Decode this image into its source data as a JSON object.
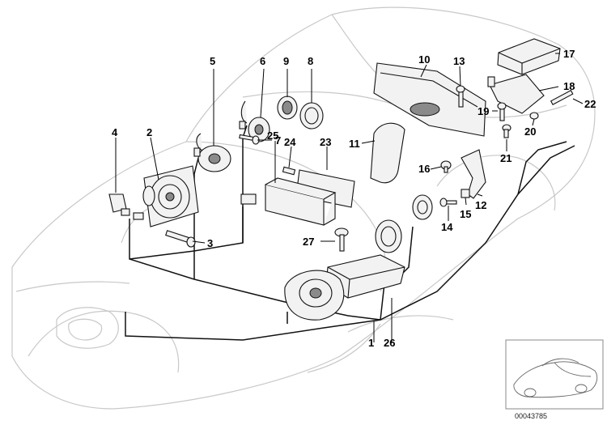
{
  "diagram": {
    "callouts": [
      {
        "id": "c1",
        "label": "1"
      },
      {
        "id": "c2",
        "label": "2"
      },
      {
        "id": "c3",
        "label": "3"
      },
      {
        "id": "c4",
        "label": "4"
      },
      {
        "id": "c5",
        "label": "5"
      },
      {
        "id": "c6",
        "label": "6"
      },
      {
        "id": "c7",
        "label": "7"
      },
      {
        "id": "c8",
        "label": "8"
      },
      {
        "id": "c9",
        "label": "9"
      },
      {
        "id": "c10",
        "label": "10"
      },
      {
        "id": "c11",
        "label": "11"
      },
      {
        "id": "c12",
        "label": "12"
      },
      {
        "id": "c13",
        "label": "13"
      },
      {
        "id": "c14",
        "label": "14"
      },
      {
        "id": "c15",
        "label": "15"
      },
      {
        "id": "c16",
        "label": "16"
      },
      {
        "id": "c17",
        "label": "17"
      },
      {
        "id": "c18",
        "label": "18"
      },
      {
        "id": "c19",
        "label": "19"
      },
      {
        "id": "c20",
        "label": "20"
      },
      {
        "id": "c21",
        "label": "21"
      },
      {
        "id": "c22",
        "label": "22"
      },
      {
        "id": "c23",
        "label": "23"
      },
      {
        "id": "c24",
        "label": "24"
      },
      {
        "id": "c25",
        "label": "25"
      },
      {
        "id": "c26",
        "label": "26"
      },
      {
        "id": "c27",
        "label": "27"
      }
    ],
    "document_number": "00043785"
  }
}
